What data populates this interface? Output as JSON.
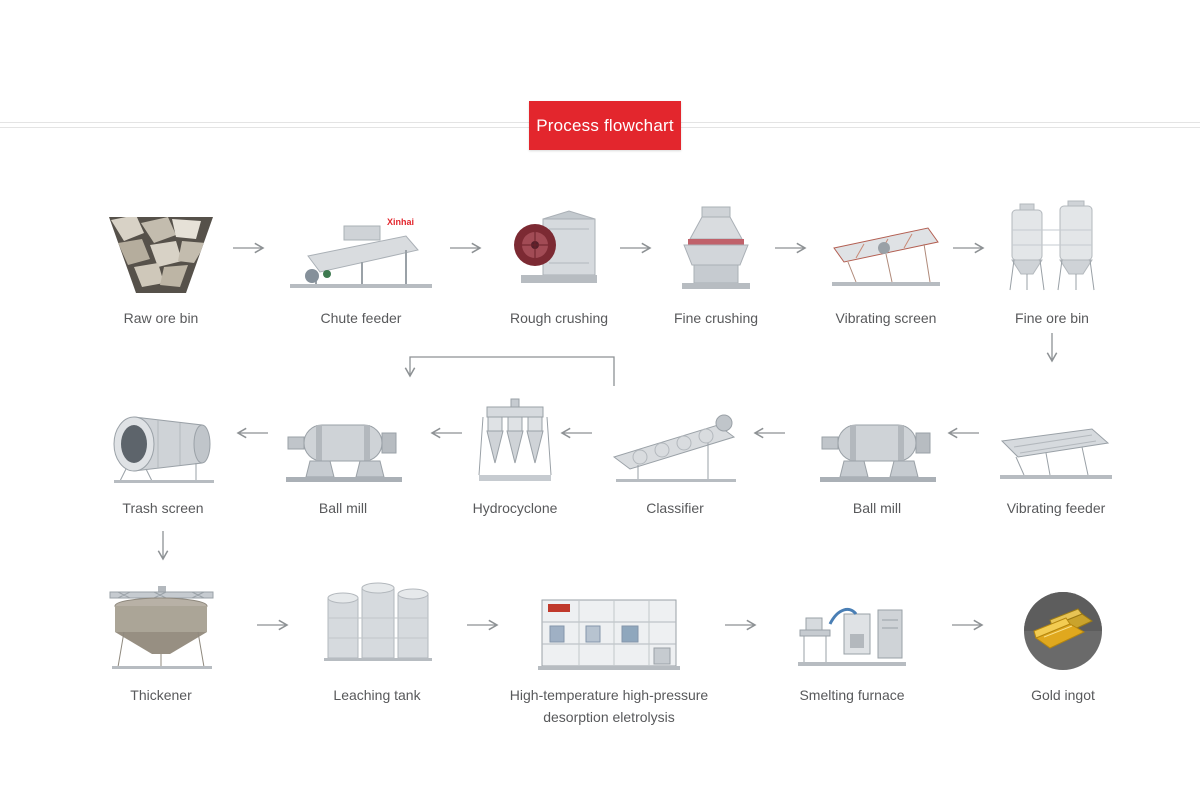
{
  "title": {
    "label": "Process flowchart"
  },
  "colors": {
    "accent_red": "#e3262d",
    "label_gray": "#58595b",
    "arrow_gray": "#8d9194",
    "gold": "#e0a81e"
  },
  "rows": [
    {
      "name": "crushing-line",
      "direction": "left-to-right",
      "nodes": [
        {
          "label": "Raw ore bin",
          "icon": "raw-ore-bin-photo"
        },
        {
          "label": "Chute feeder",
          "icon": "chute-feeder-photo",
          "brand": "Xinhai"
        },
        {
          "label": "Rough crushing",
          "icon": "jaw-crusher-photo"
        },
        {
          "label": "Fine crushing",
          "icon": "cone-crusher-photo"
        },
        {
          "label": "Vibrating screen",
          "icon": "vibrating-screen-photo"
        },
        {
          "label": "Fine ore bin",
          "icon": "fine-ore-bin-photo"
        }
      ]
    },
    {
      "name": "grinding-line",
      "direction": "right-to-left",
      "nodes": [
        {
          "label": "Trash screen",
          "icon": "trash-screen-photo"
        },
        {
          "label": "Ball mill",
          "icon": "ball-mill-photo"
        },
        {
          "label": "Hydrocyclone",
          "icon": "hydrocyclone-photo"
        },
        {
          "label": "Classifier",
          "icon": "classifier-photo"
        },
        {
          "label": "Ball mill",
          "icon": "ball-mill-photo"
        },
        {
          "label": "Vibrating feeder",
          "icon": "vibrating-feeder-photo"
        }
      ]
    },
    {
      "name": "recovery-line",
      "direction": "left-to-right",
      "nodes": [
        {
          "label": "Thickener",
          "icon": "thickener-photo"
        },
        {
          "label": "Leaching tank",
          "icon": "leaching-tank-photo"
        },
        {
          "label": "High-temperature high-pressure desorption eletrolysis",
          "icon": "desorption-electrolysis-photo"
        },
        {
          "label": "Smelting furnace",
          "icon": "smelting-furnace-photo"
        },
        {
          "label": "Gold ingot",
          "icon": "gold-ingot-photo"
        }
      ]
    }
  ]
}
